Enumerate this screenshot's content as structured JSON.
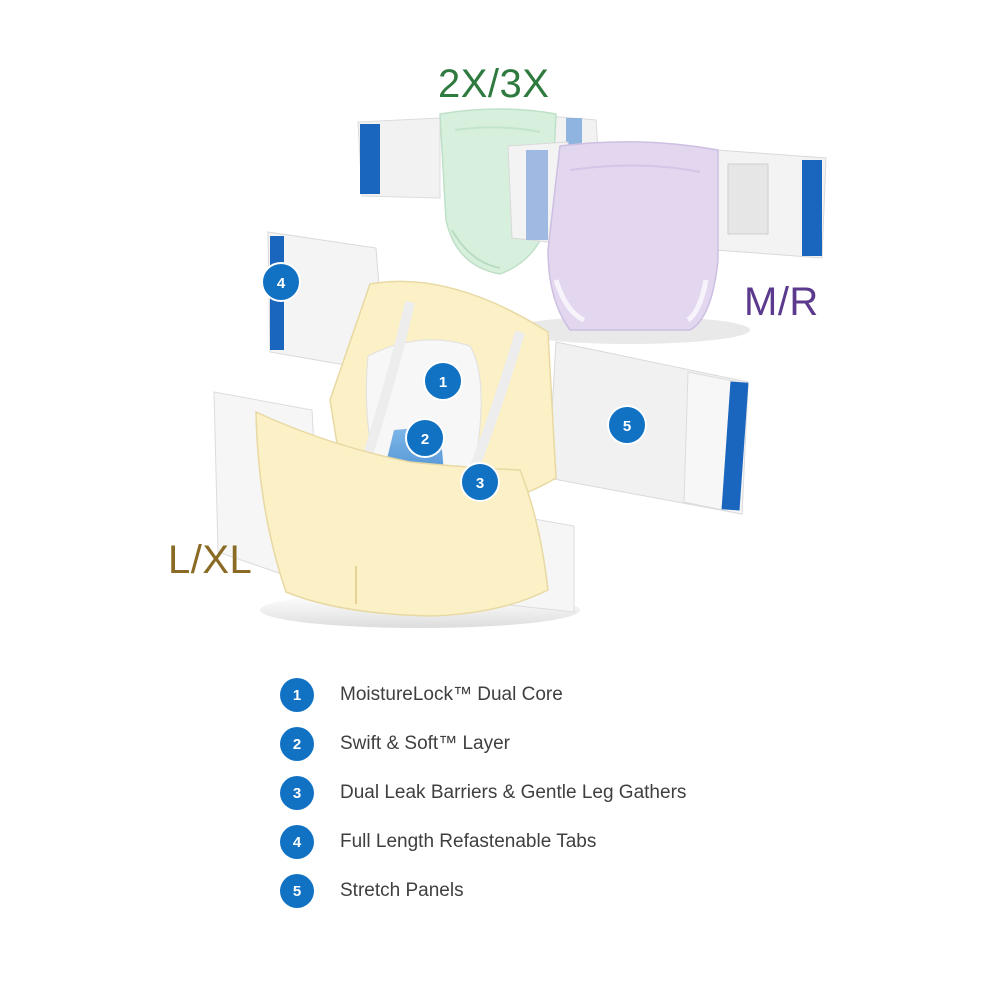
{
  "sizes": {
    "xxl": {
      "label": "2X/3X",
      "color": "#2f7a3f"
    },
    "medium": {
      "label": "M/R",
      "color": "#5b3a8e"
    },
    "large": {
      "label": "L/XL",
      "color": "#8a6a24"
    }
  },
  "callouts": [
    {
      "number": "1"
    },
    {
      "number": "2"
    },
    {
      "number": "3"
    },
    {
      "number": "4"
    },
    {
      "number": "5"
    }
  ],
  "legend": [
    {
      "number": "1",
      "text": "MoistureLock™ Dual Core"
    },
    {
      "number": "2",
      "text": "Swift & Soft™ Layer"
    },
    {
      "number": "3",
      "text": "Dual Leak Barriers & Gentle Leg Gathers"
    },
    {
      "number": "4",
      "text": "Full Length Refastenable Tabs"
    },
    {
      "number": "5",
      "text": "Stretch Panels"
    }
  ],
  "colors": {
    "badge": "#1172c4",
    "tab_stripe": "#1a66bf",
    "green_brief": "#d6f0dd",
    "purple_brief": "#e2d7ef",
    "yellow_brief": "#fbf0c6"
  }
}
